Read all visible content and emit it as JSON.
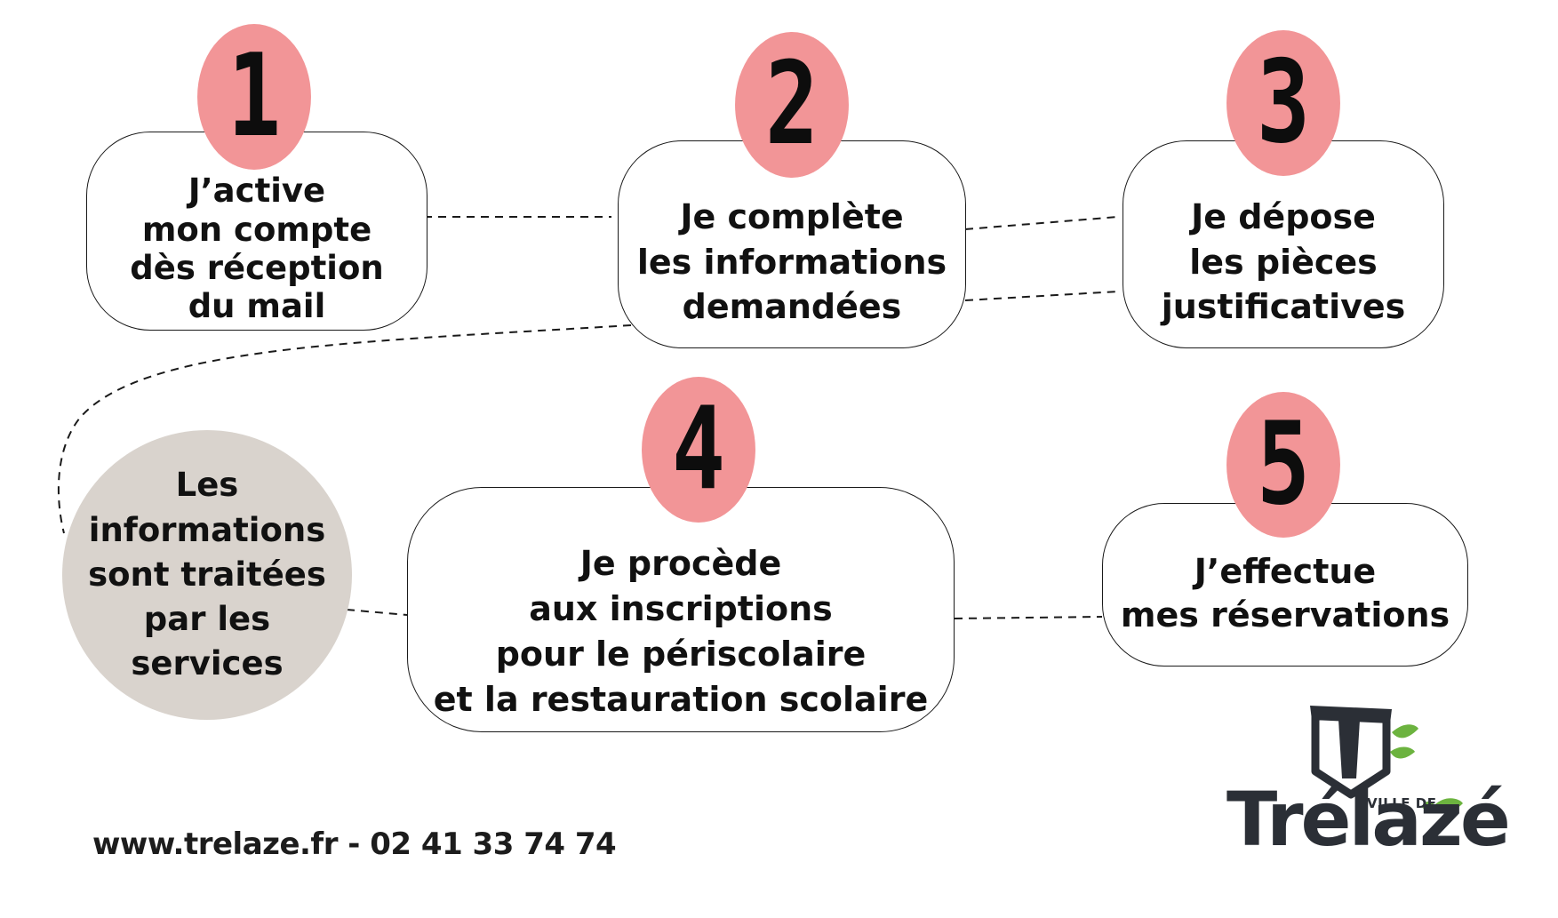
{
  "steps": [
    {
      "number": "1",
      "text": "J’active\nmon compte\ndès réception\ndu mail"
    },
    {
      "number": "2",
      "text": "Je complète\nles informations\ndemandées"
    },
    {
      "number": "3",
      "text": "Je dépose\nles pièces\njustificatives"
    },
    {
      "number": "4",
      "text": "Je procède\naux inscriptions\npour le périscolaire\net la restauration scolaire"
    },
    {
      "number": "5",
      "text": "J’effectue\nmes réservations"
    }
  ],
  "processing": {
    "text": "Les\ninformations\nsont traitées\npar les\nservices"
  },
  "footer": {
    "contact": "www.trelaze.fr - 02 41 33 74 74"
  },
  "logo": {
    "small_text": "VILLE DE",
    "name": "Trélazé"
  },
  "colors": {
    "number_circle": "#f29597",
    "processing_circle": "#d9d3cd",
    "logo_dark": "#2b2f36",
    "logo_leaf": "#6cb33f"
  }
}
